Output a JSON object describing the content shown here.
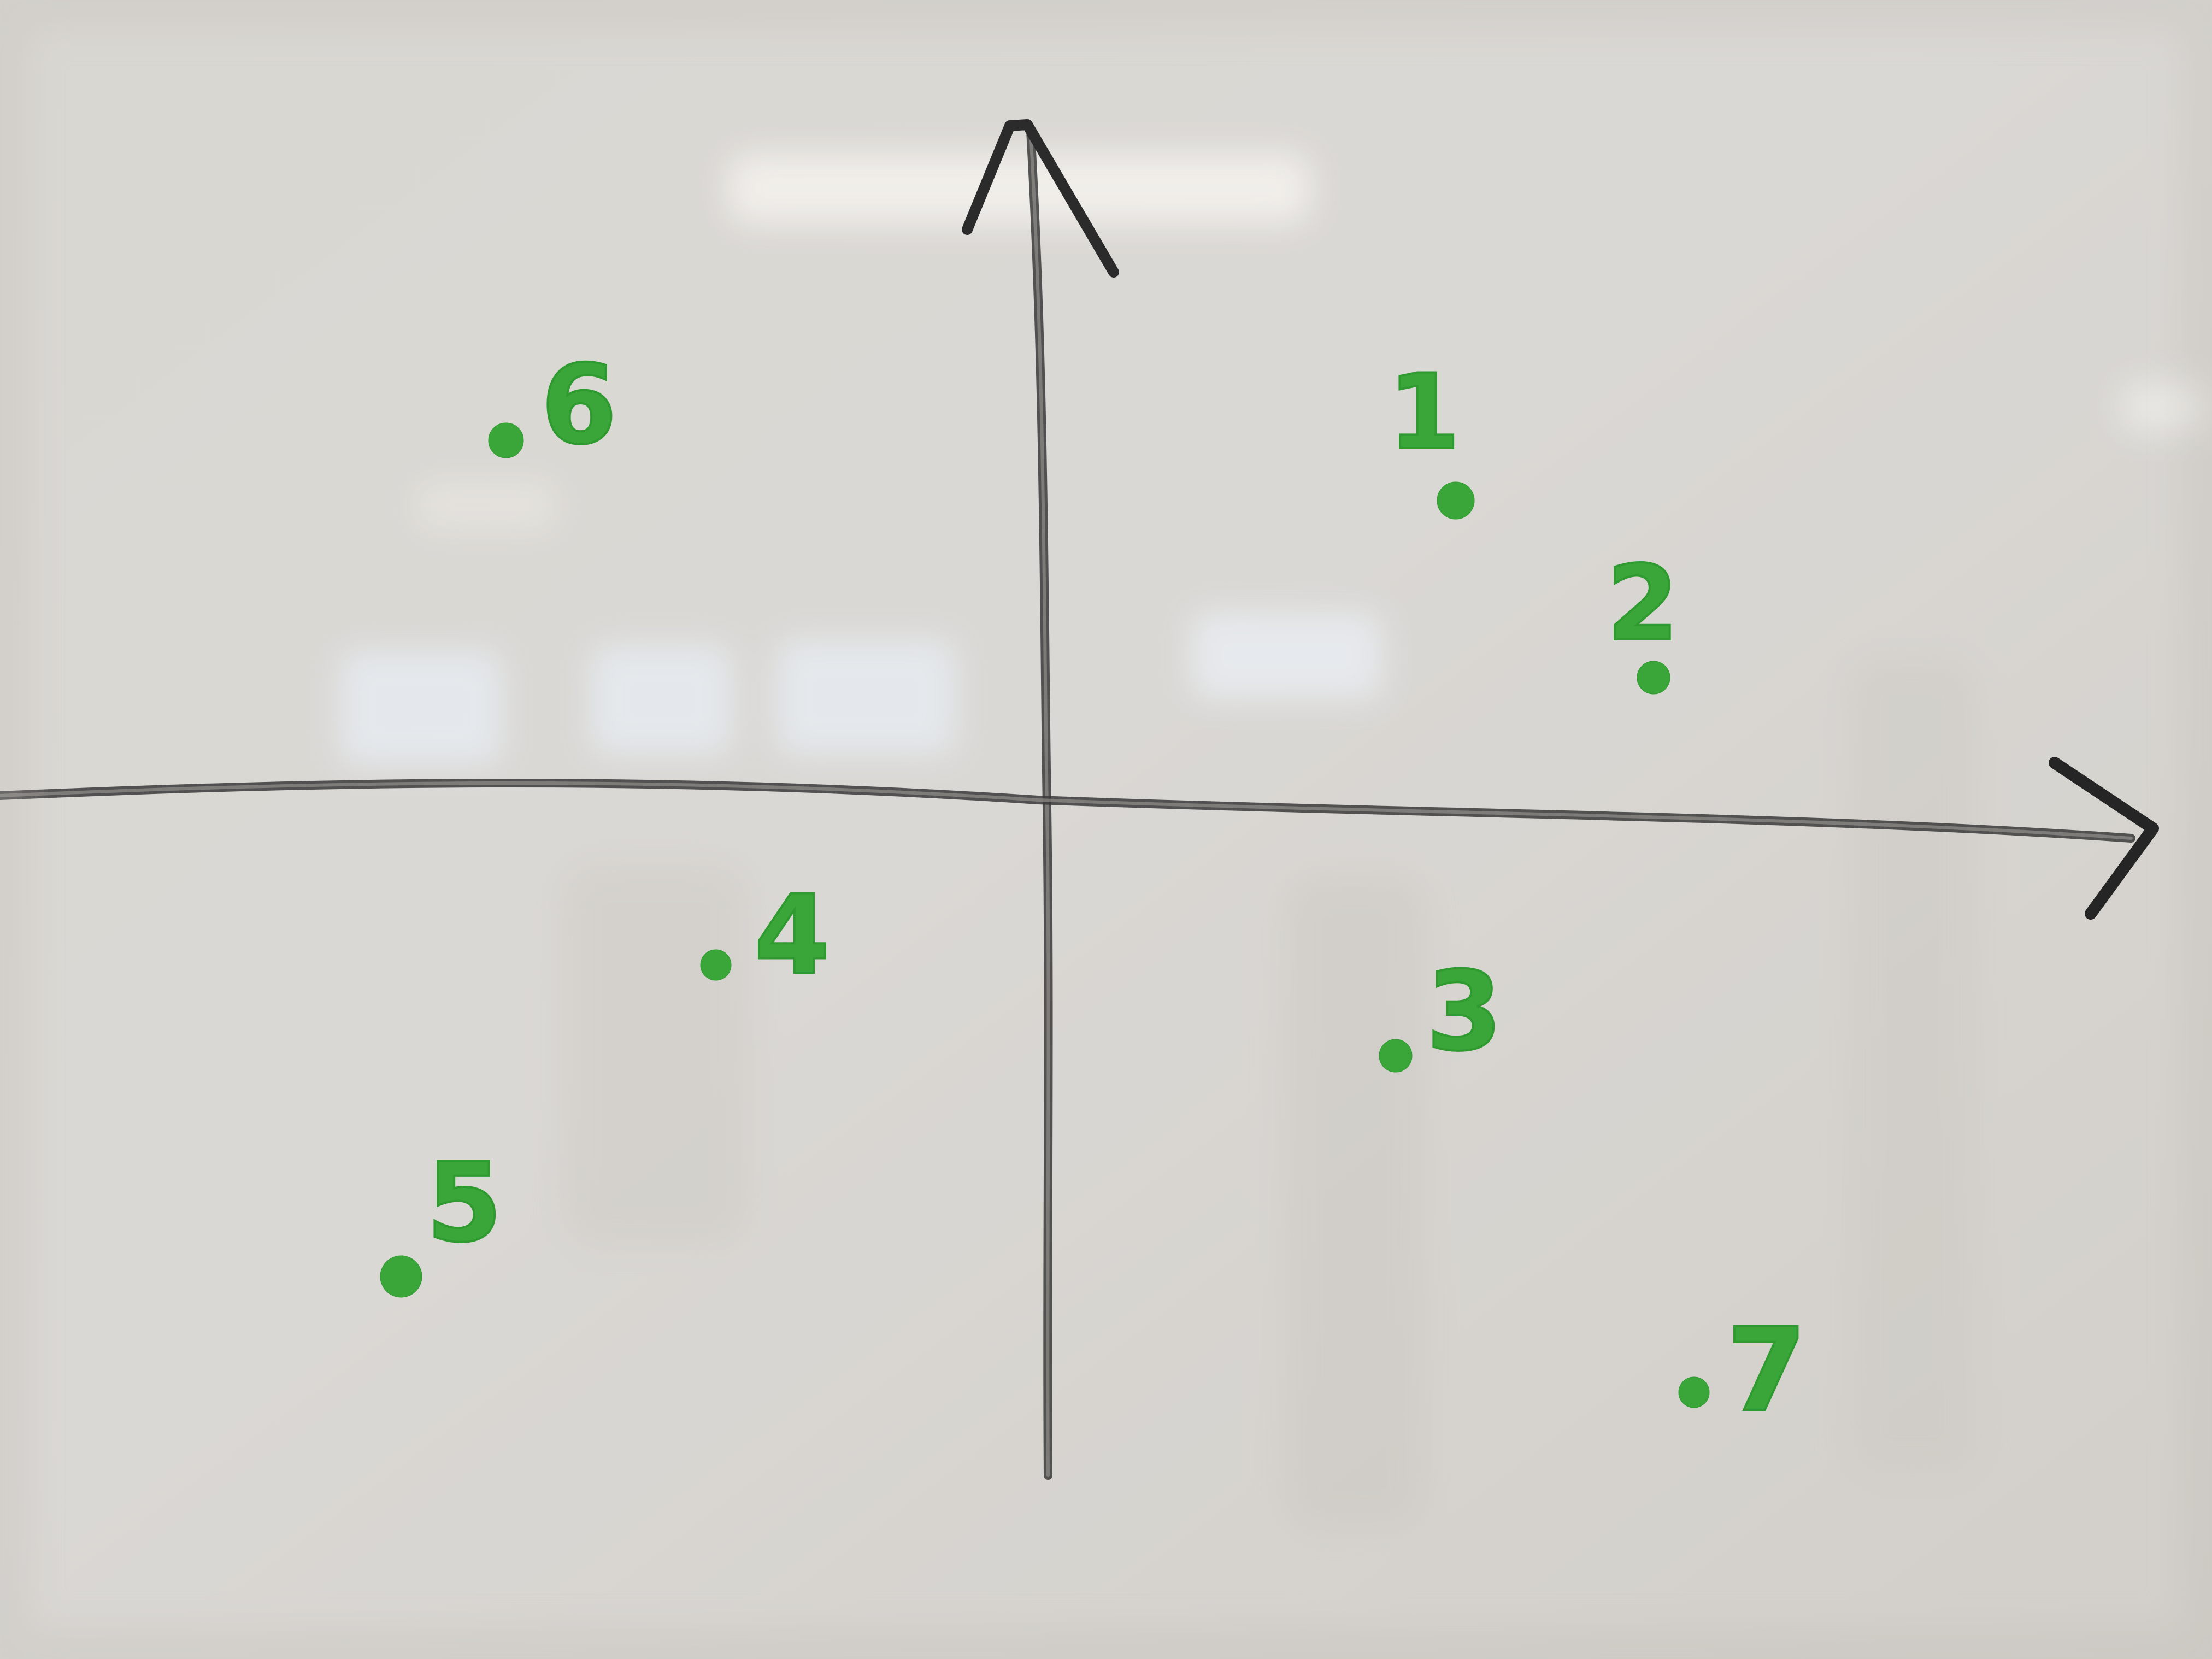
{
  "whiteboard": {
    "points": [
      {
        "id": "1",
        "label": "1"
      },
      {
        "id": "2",
        "label": "2"
      },
      {
        "id": "3",
        "label": "3"
      },
      {
        "id": "4",
        "label": "4"
      },
      {
        "id": "5",
        "label": "5"
      },
      {
        "id": "6",
        "label": "6"
      },
      {
        "id": "7",
        "label": "7"
      }
    ],
    "colors": {
      "board": "#dcd9d4",
      "axis_ink": "#2a2a2a",
      "marker_green": "#3aa63a"
    }
  }
}
